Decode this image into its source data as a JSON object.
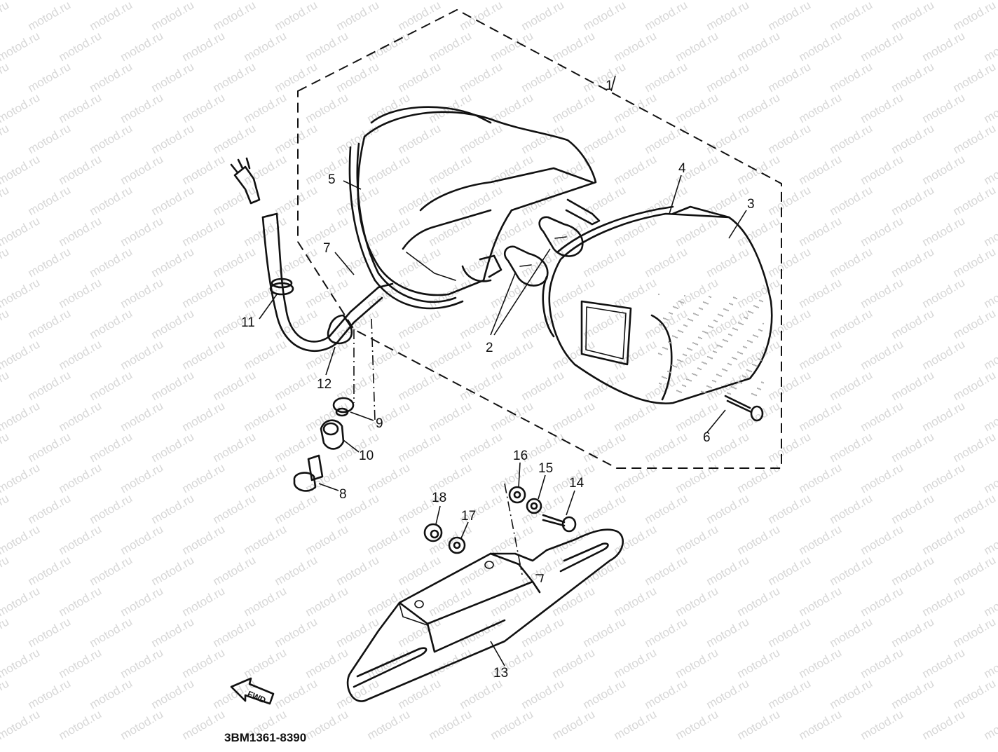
{
  "watermark": "motod.ru",
  "diagram_code": "3BM1361-8390",
  "direction_arrow": "FWD",
  "callouts": {
    "c1": "1",
    "c2": "2",
    "c3": "3",
    "c4": "4",
    "c5": "5",
    "c6": "6",
    "c7": "7",
    "c8": "8",
    "c9": "9",
    "c10": "10",
    "c11": "11",
    "c12": "12",
    "c13": "13",
    "c14": "14",
    "c15": "15",
    "c16": "16",
    "c17": "17",
    "c18": "18"
  },
  "colors": {
    "line": "#111111",
    "watermark": "#d7d7d7",
    "background": "#ffffff"
  }
}
